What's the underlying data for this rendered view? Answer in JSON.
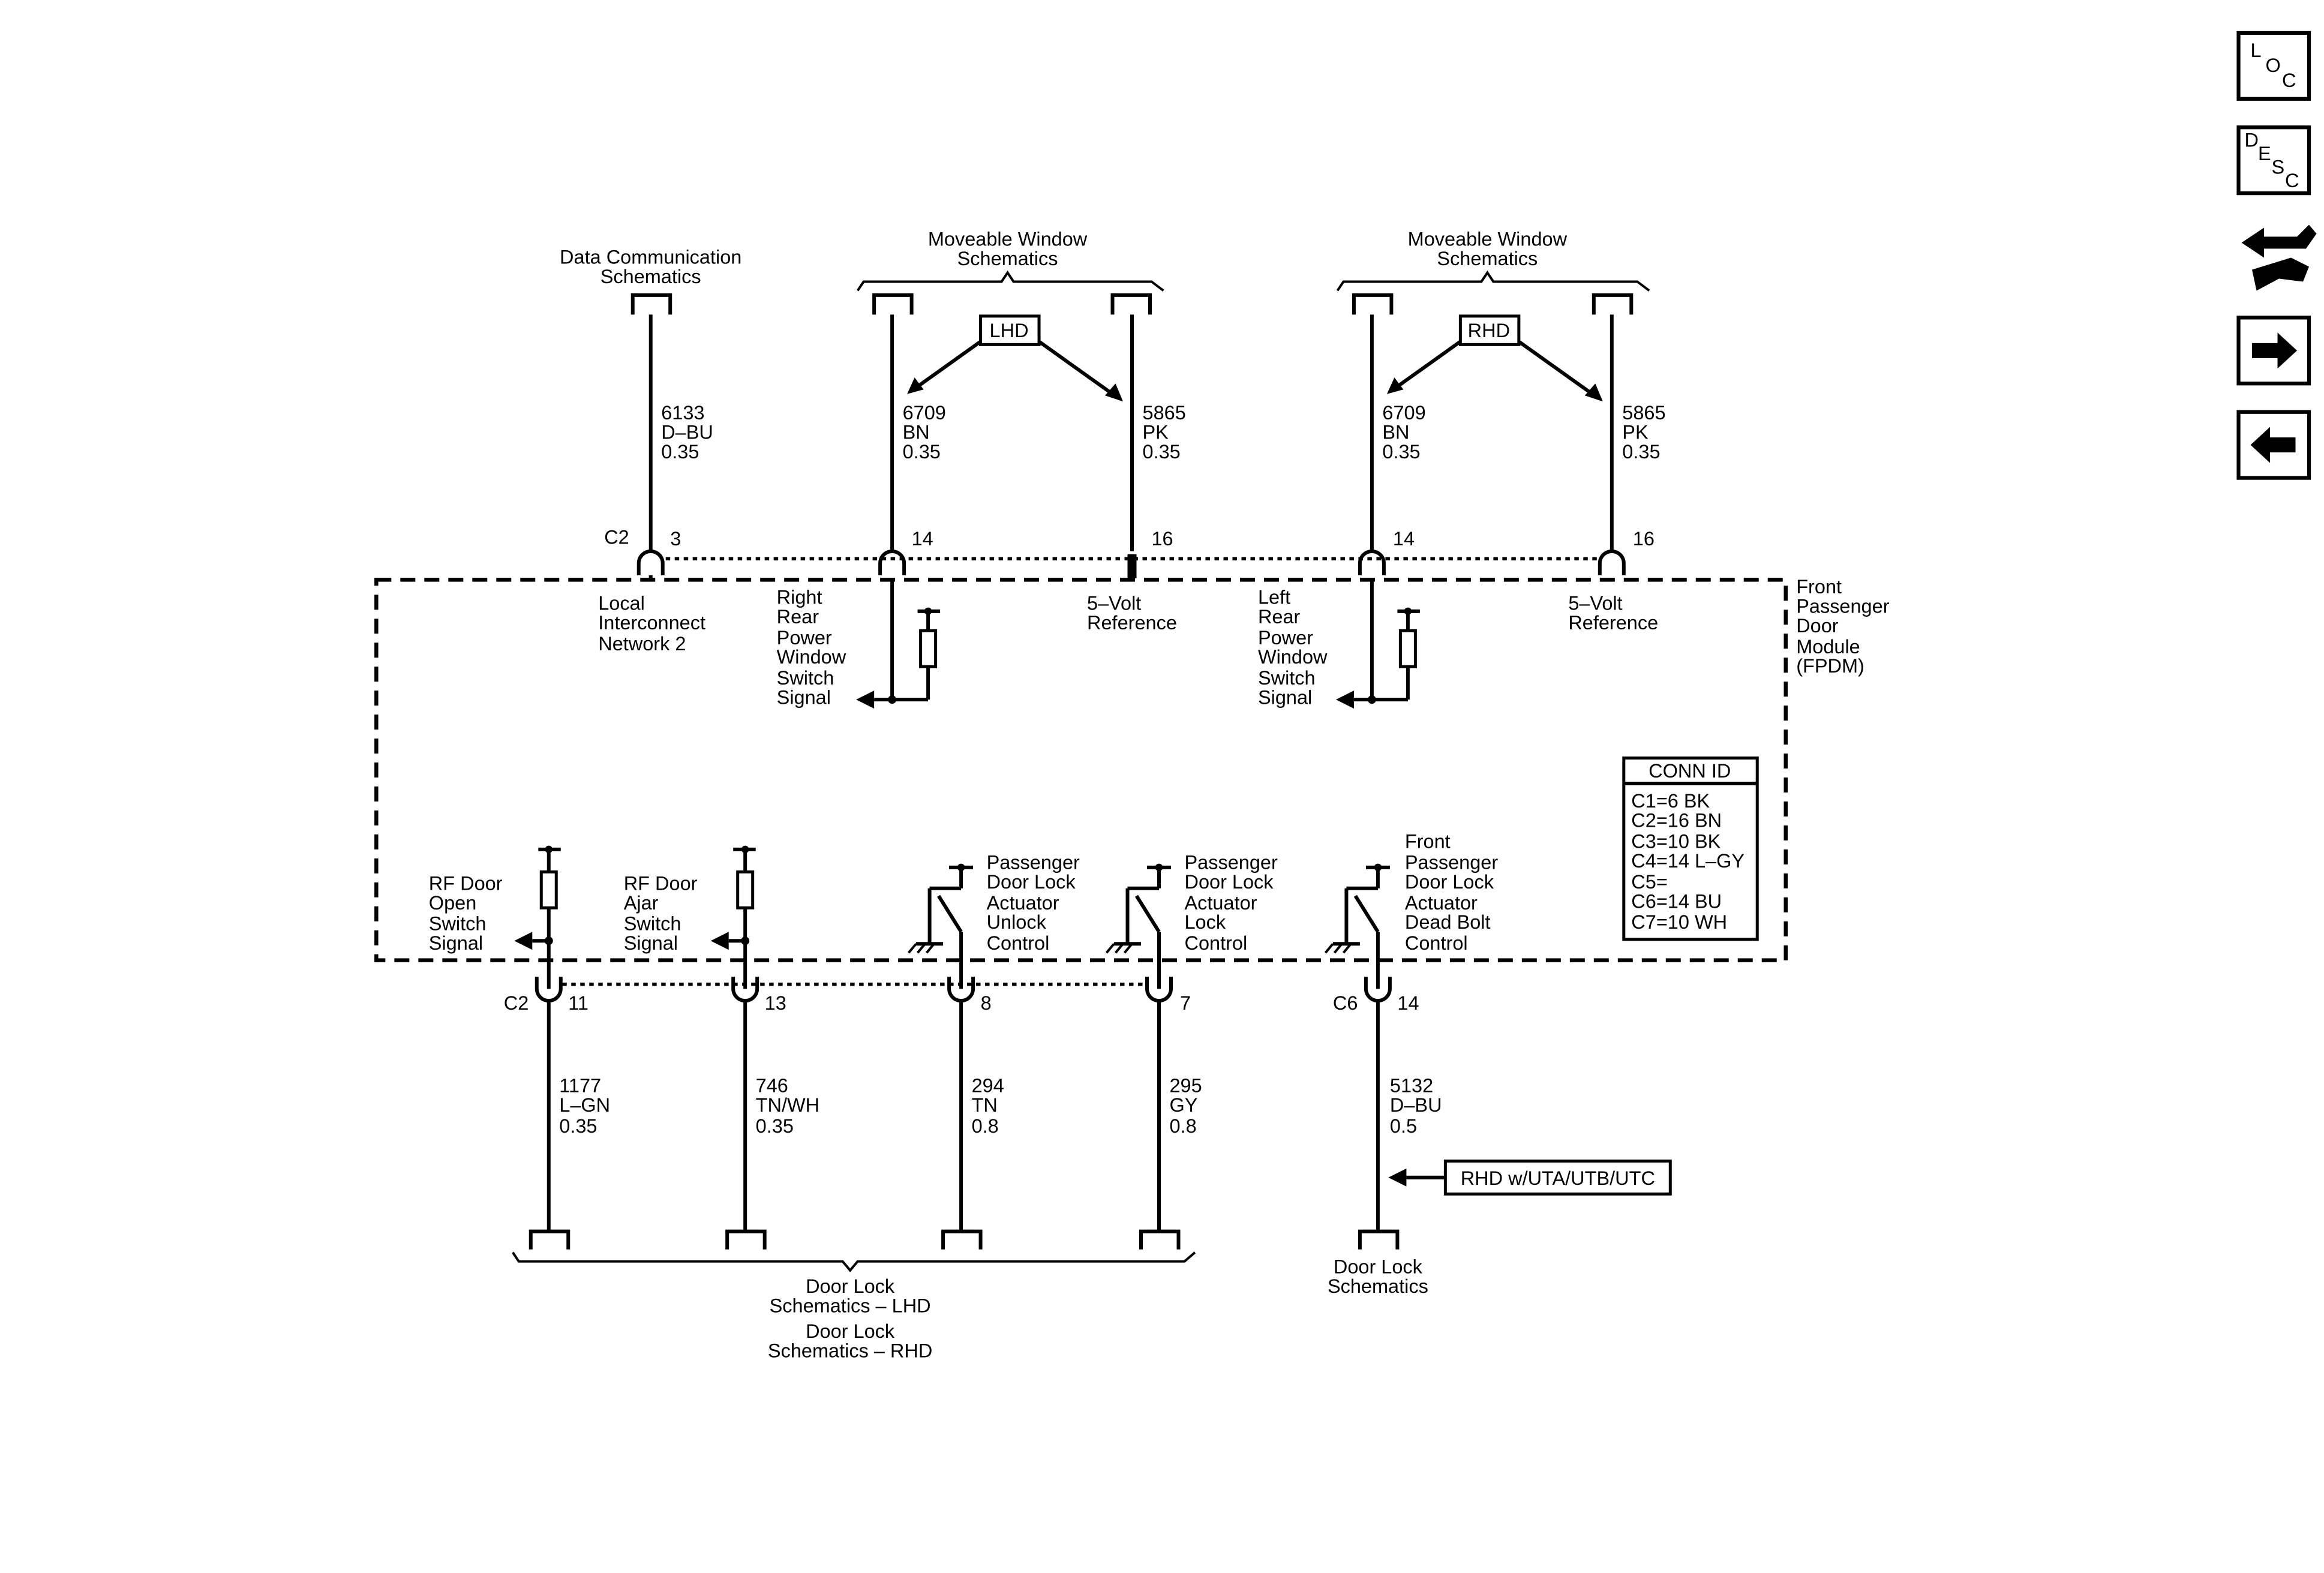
{
  "nav": {
    "loc": [
      "L",
      "O",
      "C"
    ],
    "desc": [
      "D",
      "E",
      "S",
      "C"
    ]
  },
  "top": {
    "data_comm": [
      "Data Communication",
      "Schematics"
    ],
    "moveable_left": [
      "Moveable Window",
      "Schematics"
    ],
    "moveable_right": [
      "Moveable Window",
      "Schematics"
    ],
    "lhd": "LHD",
    "rhd": "RHD",
    "c2_top": "C2",
    "wires": [
      {
        "circuit": "6133",
        "color": "D–BU",
        "gauge": "0.35",
        "pin": "3"
      },
      {
        "circuit": "6709",
        "color": "BN",
        "gauge": "0.35",
        "pin": "14"
      },
      {
        "circuit": "5865",
        "color": "PK",
        "gauge": "0.35",
        "pin": "16"
      },
      {
        "circuit": "6709",
        "color": "BN",
        "gauge": "0.35",
        "pin": "14"
      },
      {
        "circuit": "5865",
        "color": "PK",
        "gauge": "0.35",
        "pin": "16"
      }
    ]
  },
  "module": {
    "title": [
      "Front",
      "Passenger",
      "Door",
      "Module",
      "(FPDM)"
    ],
    "lin": [
      "Local",
      "Interconnect",
      "Network 2"
    ],
    "right_rear": [
      "Right",
      "Rear",
      "Power",
      "Window",
      "Switch",
      "Signal"
    ],
    "left_rear": [
      "Left",
      "Rear",
      "Power",
      "Window",
      "Switch",
      "Signal"
    ],
    "ref_a": [
      "5–Volt",
      "Reference"
    ],
    "ref_b": [
      "5–Volt",
      "Reference"
    ],
    "conn_title": "CONN ID",
    "conn_rows": [
      "C1=6 BK",
      "C2=16 BN",
      "C3=10 BK",
      "C4=14 L–GY",
      "C5=",
      "C6=14 BU",
      "C7=10 WH"
    ],
    "rf_open": [
      "RF Door",
      "Open",
      "Switch",
      "Signal"
    ],
    "rf_ajar": [
      "RF Door",
      "Ajar",
      "Switch",
      "Signal"
    ],
    "unlock": [
      "Passenger",
      "Door Lock",
      "Actuator",
      "Unlock",
      "Control"
    ],
    "lock": [
      "Passenger",
      "Door Lock",
      "Actuator",
      "Lock",
      "Control"
    ],
    "deadbolt": [
      "Front",
      "Passenger",
      "Door Lock",
      "Actuator",
      "Dead Bolt",
      "Control"
    ]
  },
  "bottom": {
    "c2": "C2",
    "c6": "C6",
    "wires": [
      {
        "circuit": "1177",
        "color": "L–GN",
        "gauge": "0.35",
        "pin": "11"
      },
      {
        "circuit": "746",
        "color": "TN/WH",
        "gauge": "0.35",
        "pin": "13"
      },
      {
        "circuit": "294",
        "color": "TN",
        "gauge": "0.8",
        "pin": "8"
      },
      {
        "circuit": "295",
        "color": "GY",
        "gauge": "0.8",
        "pin": "7"
      },
      {
        "circuit": "5132",
        "color": "D–BU",
        "gauge": "0.5",
        "pin": "14"
      }
    ],
    "rhd_option": "RHD w/UTA/UTB/UTC",
    "door_lock_group": [
      "Door Lock",
      "Schematics – LHD",
      "Door Lock",
      "Schematics – RHD"
    ],
    "door_lock_single": [
      "Door Lock",
      "Schematics"
    ]
  }
}
